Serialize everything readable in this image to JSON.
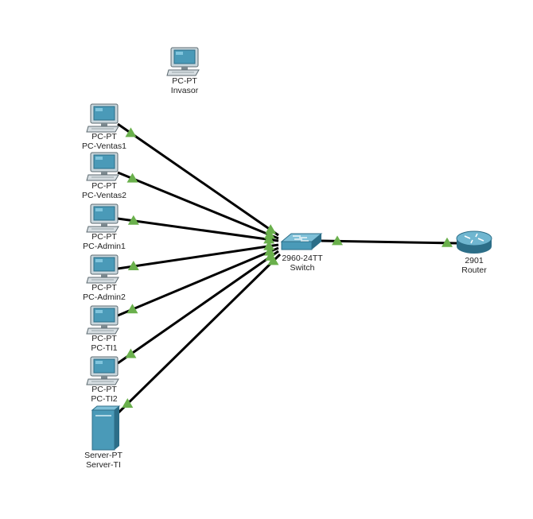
{
  "nodes": [
    {
      "id": "invasor",
      "type": "pc",
      "model": "PC-PT",
      "name": "Invasor"
    },
    {
      "id": "ventas1",
      "type": "pc",
      "model": "PC-PT",
      "name": "PC-Ventas1"
    },
    {
      "id": "ventas2",
      "type": "pc",
      "model": "PC-PT",
      "name": "PC-Ventas2"
    },
    {
      "id": "admin1",
      "type": "pc",
      "model": "PC-PT",
      "name": "PC-Admin1"
    },
    {
      "id": "admin2",
      "type": "pc",
      "model": "PC-PT",
      "name": "PC-Admin2"
    },
    {
      "id": "ti1",
      "type": "pc",
      "model": "PC-PT",
      "name": "PC-TI1"
    },
    {
      "id": "ti2",
      "type": "pc",
      "model": "PC-PT",
      "name": "PC-TI2"
    },
    {
      "id": "server",
      "type": "server",
      "model": "Server-PT",
      "name": "Server-TI"
    },
    {
      "id": "switch",
      "type": "switch",
      "model": "2960-24TT",
      "name": "Switch"
    },
    {
      "id": "router",
      "type": "router",
      "model": "2901",
      "name": "Router"
    }
  ],
  "links": [
    {
      "from": "ventas1",
      "to": "switch",
      "status": "up"
    },
    {
      "from": "ventas2",
      "to": "switch",
      "status": "up"
    },
    {
      "from": "admin1",
      "to": "switch",
      "status": "up"
    },
    {
      "from": "admin2",
      "to": "switch",
      "status": "up"
    },
    {
      "from": "ti1",
      "to": "switch",
      "status": "up"
    },
    {
      "from": "ti2",
      "to": "switch",
      "status": "up"
    },
    {
      "from": "server",
      "to": "switch",
      "status": "up"
    },
    {
      "from": "switch",
      "to": "router",
      "status": "up"
    }
  ],
  "colors": {
    "link": "#000000",
    "link_up": "#6ab04c",
    "device": "#4a9ab8",
    "device_dark": "#2c6e88"
  }
}
